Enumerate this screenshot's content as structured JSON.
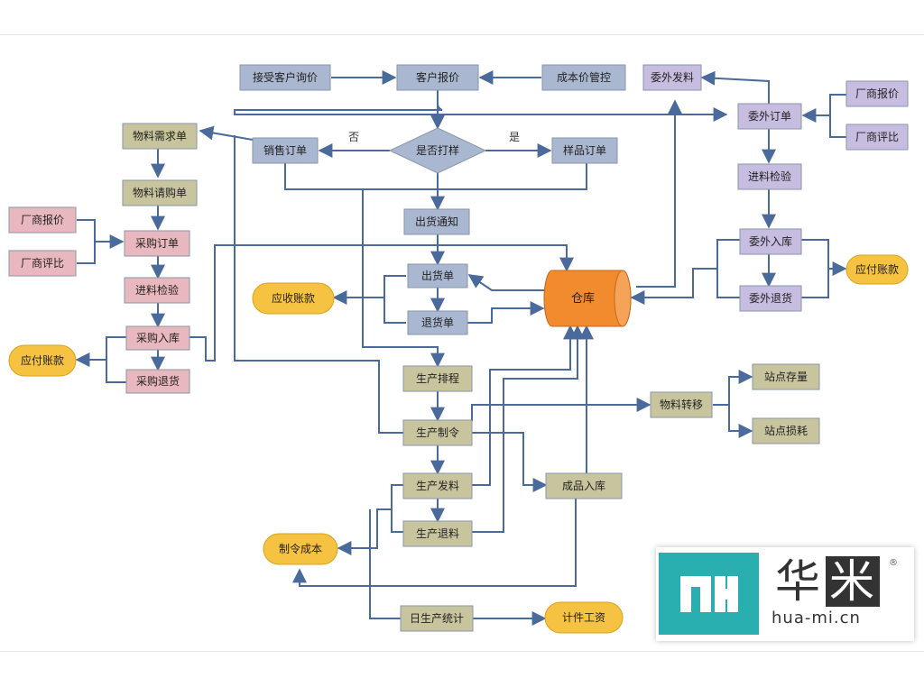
{
  "nodes": {
    "n1": {
      "label": "接受客户询价",
      "color": "#aab7d1",
      "kind": "box"
    },
    "n2": {
      "label": "客户报价",
      "color": "#aab7d1",
      "kind": "box"
    },
    "n3": {
      "label": "成本价管控",
      "color": "#aab7d1",
      "kind": "box"
    },
    "n4": {
      "label": "委外发料",
      "color": "#c6bde0",
      "kind": "box"
    },
    "n5": {
      "label": "物料需求单",
      "color": "#c8c59e",
      "kind": "box"
    },
    "n6": {
      "label": "销售订单",
      "color": "#aab7d1",
      "kind": "box"
    },
    "n7": {
      "label": "是否打样",
      "color": "#aab7d1",
      "kind": "diamond"
    },
    "n8": {
      "label": "样品订单",
      "color": "#aab7d1",
      "kind": "box"
    },
    "n9": {
      "label": "委外订单",
      "color": "#c6bde0",
      "kind": "box"
    },
    "n10": {
      "label": "厂商报价",
      "color": "#c6bde0",
      "kind": "box"
    },
    "n11": {
      "label": "厂商评比",
      "color": "#c6bde0",
      "kind": "box"
    },
    "n12": {
      "label": "物料请购单",
      "color": "#c8c59e",
      "kind": "box"
    },
    "n13": {
      "label": "进料检验",
      "color": "#c6bde0",
      "kind": "box"
    },
    "n14": {
      "label": "厂商报价",
      "color": "#e9b8bf",
      "kind": "box"
    },
    "n15": {
      "label": "采购订单",
      "color": "#e9b8bf",
      "kind": "box"
    },
    "n16": {
      "label": "出货通知",
      "color": "#aab7d1",
      "kind": "box"
    },
    "n17": {
      "label": "委外入库",
      "color": "#c6bde0",
      "kind": "box"
    },
    "n18": {
      "label": "厂商评比",
      "color": "#e9b8bf",
      "kind": "box"
    },
    "n19": {
      "label": "应付账款",
      "color": "#f5c242",
      "kind": "rounded"
    },
    "n20": {
      "label": "出货单",
      "color": "#aab7d1",
      "kind": "box"
    },
    "n21": {
      "label": "仓库",
      "color": "#f28a2e",
      "kind": "cylinder"
    },
    "n22": {
      "label": "应收账款",
      "color": "#f5c242",
      "kind": "rounded"
    },
    "n23": {
      "label": "进料检验",
      "color": "#e9b8bf",
      "kind": "box"
    },
    "n24": {
      "label": "委外退货",
      "color": "#c6bde0",
      "kind": "box"
    },
    "n25": {
      "label": "退货单",
      "color": "#aab7d1",
      "kind": "box"
    },
    "n26": {
      "label": "采购入库",
      "color": "#e9b8bf",
      "kind": "box"
    },
    "n27": {
      "label": "应付账款",
      "color": "#f5c242",
      "kind": "rounded"
    },
    "n28": {
      "label": "生产排程",
      "color": "#c8c59e",
      "kind": "box"
    },
    "n29": {
      "label": "采购退货",
      "color": "#e9b8bf",
      "kind": "box"
    },
    "n30": {
      "label": "站点存量",
      "color": "#c8c59e",
      "kind": "box"
    },
    "n31": {
      "label": "物料转移",
      "color": "#c8c59e",
      "kind": "box"
    },
    "n32": {
      "label": "生产制令",
      "color": "#c8c59e",
      "kind": "box"
    },
    "n33": {
      "label": "站点损耗",
      "color": "#c8c59e",
      "kind": "box"
    },
    "n34": {
      "label": "生产发料",
      "color": "#c8c59e",
      "kind": "box"
    },
    "n35": {
      "label": "成品入库",
      "color": "#c8c59e",
      "kind": "box"
    },
    "n36": {
      "label": "生产退料",
      "color": "#c8c59e",
      "kind": "box"
    },
    "n37": {
      "label": "制令成本",
      "color": "#f5c242",
      "kind": "rounded"
    },
    "n38": {
      "label": "日生产统计",
      "color": "#c8c59e",
      "kind": "box"
    },
    "n39": {
      "label": "计件工资",
      "color": "#f5c242",
      "kind": "rounded"
    }
  },
  "branch_labels": {
    "no": "否",
    "yes": "是"
  },
  "logo": {
    "cn_left": "华",
    "cn_right": "米",
    "url": "hua-mi.cn",
    "reg": "®"
  },
  "colors": {
    "line": "#4a6a9c",
    "box_border": "#8a96aa"
  }
}
